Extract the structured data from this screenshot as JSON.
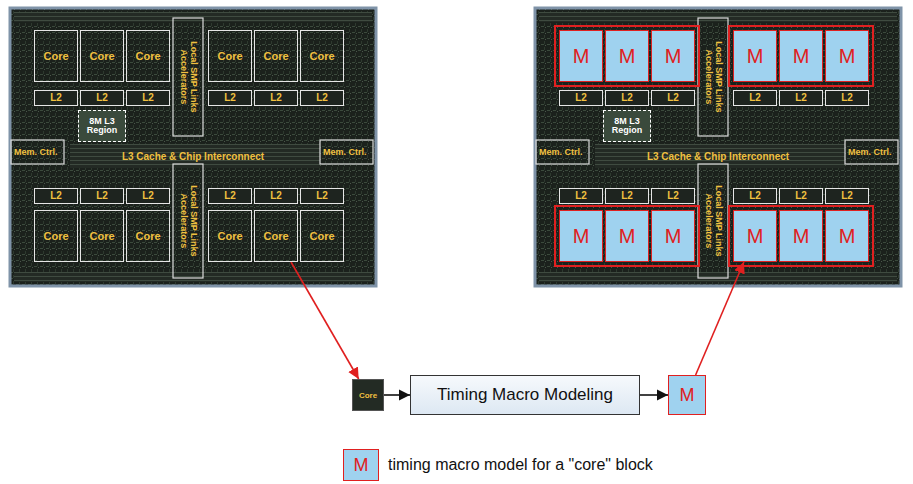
{
  "diagram": {
    "nodes": [
      {
        "text": [
          "Core"
        ]
      },
      {
        "text": [
          "Core"
        ]
      },
      {
        "text": [
          "Core"
        ]
      },
      {
        "text": [
          "Core"
        ]
      },
      {
        "text": [
          "Core"
        ]
      },
      {
        "text": [
          "Core"
        ]
      },
      {
        "text": [
          "L2"
        ]
      },
      {
        "text": [
          "L2"
        ]
      },
      {
        "text": [
          "L2"
        ]
      },
      {
        "text": [
          "L2"
        ]
      },
      {
        "text": [
          "L2"
        ]
      },
      {
        "text": [
          "L2"
        ]
      },
      {
        "text": [
          "8M L3 Region"
        ]
      },
      {
        "text": [
          "L2"
        ]
      },
      {
        "text": [
          "L2"
        ]
      },
      {
        "text": [
          "L2"
        ]
      },
      {
        "text": [
          "L2"
        ]
      },
      {
        "text": [
          "L2"
        ]
      },
      {
        "text": [
          "L2"
        ]
      },
      {
        "text": [
          "Core"
        ]
      },
      {
        "text": [
          "Core"
        ]
      },
      {
        "text": [
          "Core"
        ]
      },
      {
        "text": [
          "Core"
        ]
      },
      {
        "text": [
          "Core"
        ]
      },
      {
        "text": [
          "Core"
        ]
      },
      {
        "text": [
          "M"
        ]
      },
      {
        "text": [
          "M"
        ]
      },
      {
        "text": [
          "M"
        ]
      },
      {
        "text": [
          "M"
        ]
      },
      {
        "text": [
          "M"
        ]
      },
      {
        "text": [
          "M"
        ]
      },
      {
        "text": [
          "L2"
        ]
      },
      {
        "text": [
          "L2"
        ]
      },
      {
        "text": [
          "L2"
        ]
      },
      {
        "text": [
          "L2"
        ]
      },
      {
        "text": [
          "L2"
        ]
      },
      {
        "text": [
          "L2"
        ]
      },
      {
        "text": [
          "8M L3 Region"
        ]
      },
      {
        "text": [
          "L2"
        ]
      },
      {
        "text": [
          "L2"
        ]
      },
      {
        "text": [
          "L2"
        ]
      },
      {
        "text": [
          "L2"
        ]
      },
      {
        "text": [
          "L2"
        ]
      },
      {
        "text": [
          "L2"
        ]
      },
      {
        "text": [
          "M"
        ]
      },
      {
        "text": [
          "M"
        ]
      },
      {
        "text": [
          "M"
        ]
      },
      {
        "text": [
          "M"
        ]
      },
      {
        "text": [
          "M"
        ]
      },
      {
        "text": [
          "M"
        ]
      },
      {
        "text": [
          "Core"
        ]
      },
      {
        "text": [
          "Timing Macro Modeling"
        ]
      },
      {
        "text": [
          "M"
        ]
      }
    ],
    "edges": [
      {
        "from": 23,
        "to": 50,
        "arrow": "to"
      },
      {
        "from": 50,
        "to": 51,
        "arrow": "to"
      },
      {
        "from": 51,
        "to": 52,
        "arrow": "to"
      },
      {
        "from": 52,
        "to": 47,
        "arrow": "to"
      }
    ],
    "labels": [
      "Local SMP Links Accelerators",
      "Local SMP Links Accelerators",
      "L3 Cache & Chip Interconnect",
      "Mem. Ctrl.",
      "Mem. Ctrl.",
      "Local SMP Links Accelerators",
      "Local SMP Links Accelerators",
      "L3 Cache & Chip Interconnect",
      "Mem. Ctrl.",
      "Mem. Ctrl.",
      "M"
    ],
    "legend": [
      {
        "text": "timing macro model for a \"core\" block",
        "color": "#9fd2ef"
      }
    ]
  }
}
